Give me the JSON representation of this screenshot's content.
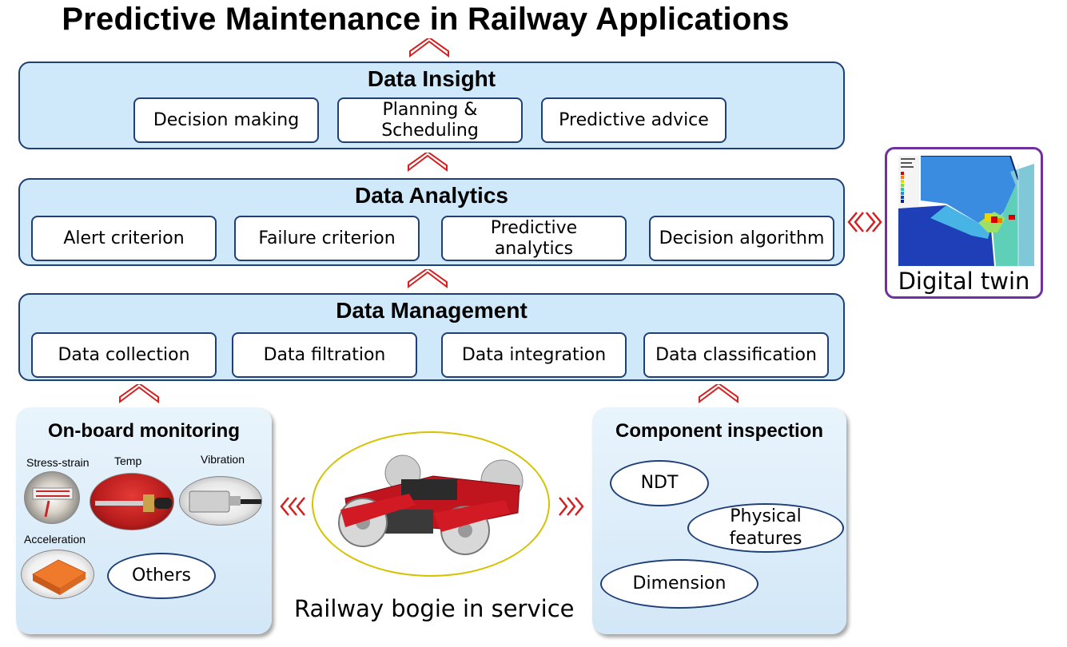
{
  "title": "Predictive Maintenance in Railway Applications",
  "colors": {
    "layer_fill": "#cfe9fa",
    "border": "#1f3f78",
    "arrow": "#d42020",
    "twin_border": "#7030a0",
    "bogie_ring": "#d6c200"
  },
  "insight": {
    "title": "Data Insight",
    "items": [
      "Decision making",
      "Planning &\nScheduling",
      "Predictive advice"
    ]
  },
  "analytics": {
    "title": "Data Analytics",
    "items": [
      "Alert criterion",
      "Failure criterion",
      "Predictive\nanalytics",
      "Decision algorithm"
    ]
  },
  "management": {
    "title": "Data Management",
    "items": [
      "Data collection",
      "Data filtration",
      "Data integration",
      "Data classification"
    ]
  },
  "digital_twin": {
    "label": "Digital twin"
  },
  "onboard": {
    "title": "On-board monitoring",
    "sensors": [
      "Stress-strain",
      "Temp",
      "Vibration",
      "Acceleration"
    ],
    "others": "Others"
  },
  "bogie": {
    "caption": "Railway bogie in service"
  },
  "inspection": {
    "title": "Component inspection",
    "items": [
      "NDT",
      "Physical\nfeatures",
      "Dimension"
    ]
  },
  "icons": [
    "chevron-up-icon",
    "double-chevron-left-icon",
    "double-chevron-right-icon",
    "triple-chevron-left-icon",
    "triple-chevron-right-icon"
  ]
}
